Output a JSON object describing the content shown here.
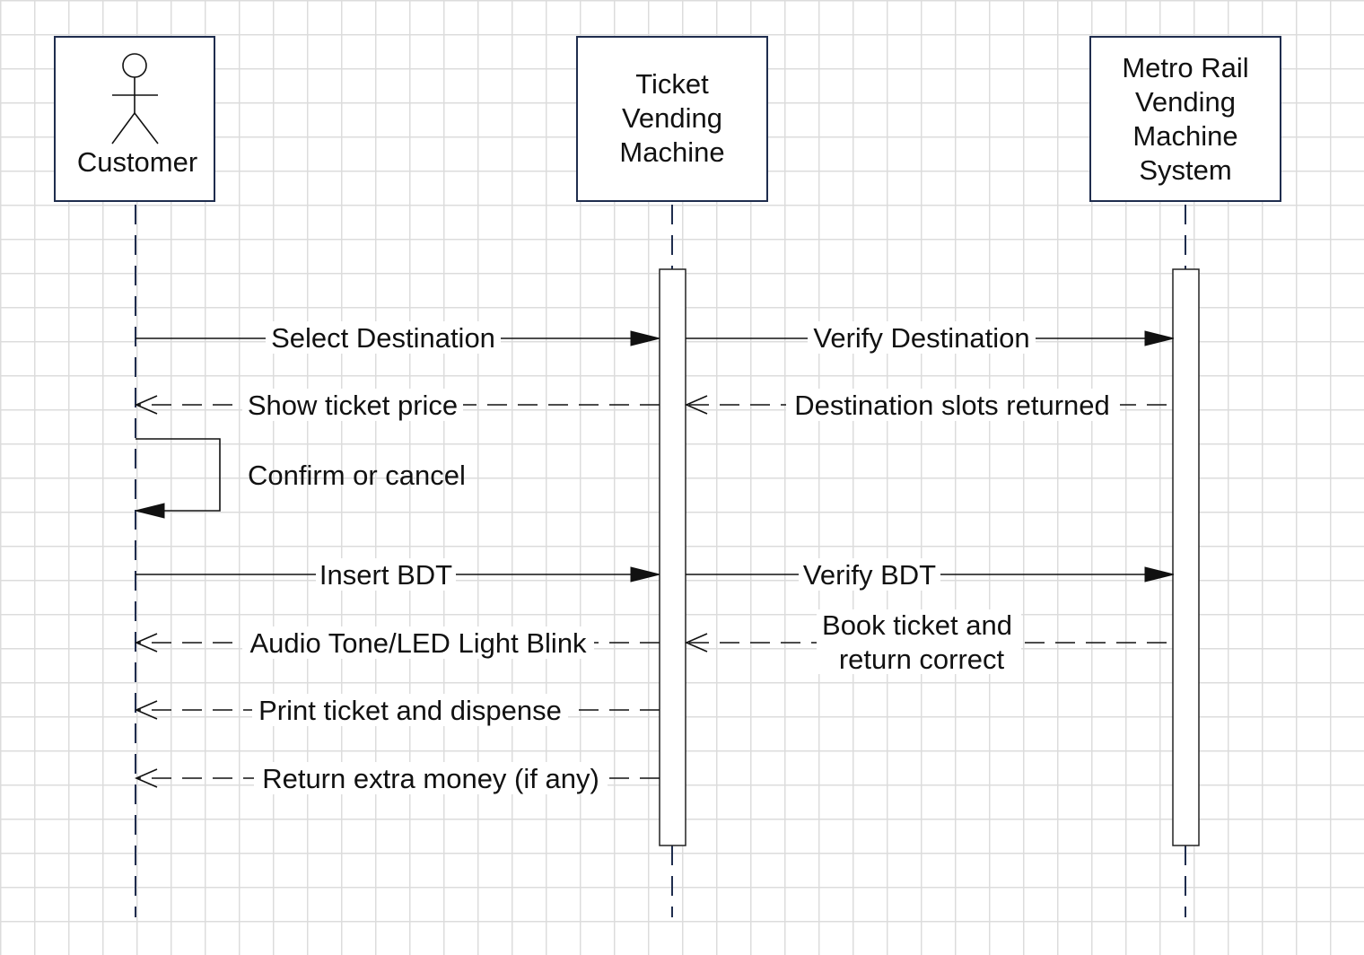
{
  "participants": {
    "customer": {
      "label": "Customer"
    },
    "machine": {
      "lines": [
        "Ticket",
        "Vending",
        "Machine"
      ]
    },
    "system": {
      "lines": [
        "Metro Rail",
        "Vending",
        "Machine",
        "System"
      ]
    }
  },
  "messages": {
    "select_destination": "Select Destination",
    "verify_destination": "Verify Destination",
    "show_ticket_price": "Show ticket price",
    "destination_slots_returned": "Destination slots returned",
    "confirm_or_cancel": "Confirm or cancel",
    "insert_bdt": "Insert BDT",
    "verify_bdt": "Verify BDT",
    "audio_tone": "Audio Tone/LED Light Blink",
    "book_ticket_line1": "Book ticket and",
    "book_ticket_line2": "return correct",
    "print_ticket": "Print ticket and dispense",
    "return_extra_money": "Return extra money (if any)"
  },
  "colors": {
    "box_border": "#1f2d4e",
    "grid": "#dcdcdc",
    "text": "#111111"
  }
}
